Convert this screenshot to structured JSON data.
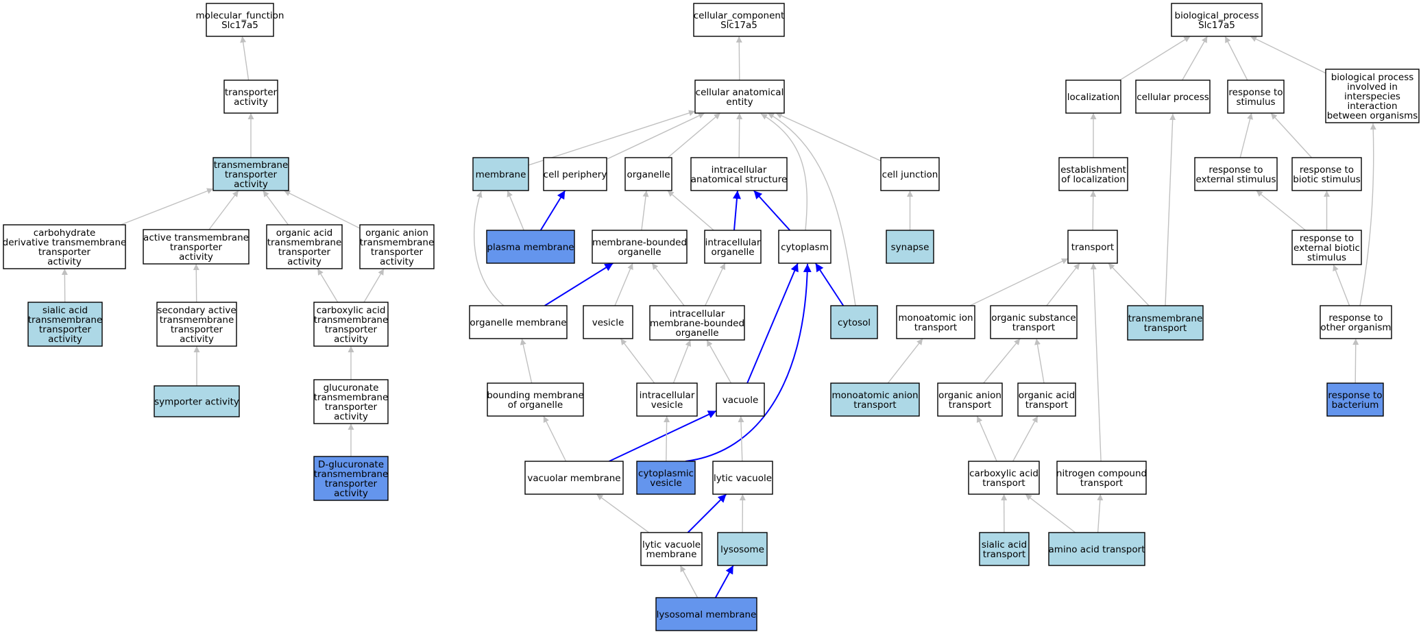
{
  "colors": {
    "plain": "#ffffff",
    "light": "#add8e6",
    "dark": "#6495ed",
    "gray_edge": "#c0c0c0",
    "blue_edge": "#0000ff"
  },
  "nodes": [
    {
      "id": "mf",
      "label": "molecular_function\nSlc17a5",
      "fill": "plain"
    },
    {
      "id": "ta",
      "label": "transporter\nactivity",
      "fill": "plain"
    },
    {
      "id": "tmta",
      "label": "transmembrane\ntransporter\nactivity",
      "fill": "light"
    },
    {
      "id": "cdtta",
      "label": "carbohydrate\nderivative transmembrane\ntransporter\nactivity",
      "fill": "plain"
    },
    {
      "id": "atta",
      "label": "active transmembrane\ntransporter\nactivity",
      "fill": "plain"
    },
    {
      "id": "oatta",
      "label": "organic acid\ntransmembrane\ntransporter\nactivity",
      "fill": "plain"
    },
    {
      "id": "oantta",
      "label": "organic anion\ntransmembrane\ntransporter\nactivity",
      "fill": "plain"
    },
    {
      "id": "satta",
      "label": "sialic acid\ntransmembrane\ntransporter\nactivity",
      "fill": "light"
    },
    {
      "id": "satra",
      "label": "secondary active\ntransmembrane\ntransporter\nactivity",
      "fill": "plain"
    },
    {
      "id": "catta",
      "label": "carboxylic acid\ntransmembrane\ntransporter\nactivity",
      "fill": "plain"
    },
    {
      "id": "sympa",
      "label": "symporter activity",
      "fill": "light"
    },
    {
      "id": "gtta",
      "label": "glucuronate\ntransmembrane\ntransporter\nactivity",
      "fill": "plain"
    },
    {
      "id": "dgtta",
      "label": "D-glucuronate\ntransmembrane\ntransporter\nactivity",
      "fill": "dark"
    },
    {
      "id": "cc",
      "label": "cellular_component\nSlc17a5",
      "fill": "plain"
    },
    {
      "id": "cae",
      "label": "cellular anatomical\nentity",
      "fill": "plain"
    },
    {
      "id": "memb",
      "label": "membrane",
      "fill": "light"
    },
    {
      "id": "cper",
      "label": "cell periphery",
      "fill": "plain"
    },
    {
      "id": "org",
      "label": "organelle",
      "fill": "plain"
    },
    {
      "id": "ias",
      "label": "intracellular\nanatomical structure",
      "fill": "plain"
    },
    {
      "id": "cj",
      "label": "cell junction",
      "fill": "plain"
    },
    {
      "id": "pm",
      "label": "plasma membrane",
      "fill": "dark"
    },
    {
      "id": "mbo",
      "label": "membrane-bounded\norganelle",
      "fill": "plain"
    },
    {
      "id": "io",
      "label": "intracellular\norganelle",
      "fill": "plain"
    },
    {
      "id": "cyto",
      "label": "cytoplasm",
      "fill": "plain"
    },
    {
      "id": "syn",
      "label": "synapse",
      "fill": "light"
    },
    {
      "id": "om",
      "label": "organelle membrane",
      "fill": "plain"
    },
    {
      "id": "ves",
      "label": "vesicle",
      "fill": "plain"
    },
    {
      "id": "imbo",
      "label": "intracellular\nmembrane-bounded\norganelle",
      "fill": "plain"
    },
    {
      "id": "cytosol",
      "label": "cytosol",
      "fill": "light"
    },
    {
      "id": "bmo",
      "label": "bounding membrane\nof organelle",
      "fill": "plain"
    },
    {
      "id": "iv",
      "label": "intracellular\nvesicle",
      "fill": "plain"
    },
    {
      "id": "vac",
      "label": "vacuole",
      "fill": "plain"
    },
    {
      "id": "vm",
      "label": "vacuolar membrane",
      "fill": "plain"
    },
    {
      "id": "cv",
      "label": "cytoplasmic\nvesicle",
      "fill": "dark"
    },
    {
      "id": "lv",
      "label": "lytic vacuole",
      "fill": "plain"
    },
    {
      "id": "lvm",
      "label": "lytic vacuole\nmembrane",
      "fill": "plain"
    },
    {
      "id": "lys",
      "label": "lysosome",
      "fill": "light"
    },
    {
      "id": "lm",
      "label": "lysosomal membrane",
      "fill": "dark"
    },
    {
      "id": "bp",
      "label": "biological_process\nSlc17a5",
      "fill": "plain"
    },
    {
      "id": "loc",
      "label": "localization",
      "fill": "plain"
    },
    {
      "id": "cp",
      "label": "cellular process",
      "fill": "plain"
    },
    {
      "id": "rts",
      "label": "response to\nstimulus",
      "fill": "plain"
    },
    {
      "id": "bpii",
      "label": "biological process\ninvolved in\ninterspecies\ninteraction\nbetween organisms",
      "fill": "plain"
    },
    {
      "id": "eol",
      "label": "establishment\nof localization",
      "fill": "plain"
    },
    {
      "id": "rtes",
      "label": "response to\nexternal stimulus",
      "fill": "plain"
    },
    {
      "id": "rtbs",
      "label": "response to\nbiotic stimulus",
      "fill": "plain"
    },
    {
      "id": "tr",
      "label": "transport",
      "fill": "plain"
    },
    {
      "id": "rtebs",
      "label": "response to\nexternal biotic\nstimulus",
      "fill": "plain"
    },
    {
      "id": "mit",
      "label": "monoatomic ion\ntransport",
      "fill": "plain"
    },
    {
      "id": "ost",
      "label": "organic substance\ntransport",
      "fill": "plain"
    },
    {
      "id": "tmt",
      "label": "transmembrane\ntransport",
      "fill": "light"
    },
    {
      "id": "rtoo",
      "label": "response to\nother organism",
      "fill": "plain"
    },
    {
      "id": "mat",
      "label": "monoatomic anion\ntransport",
      "fill": "light"
    },
    {
      "id": "oant",
      "label": "organic anion\ntransport",
      "fill": "plain"
    },
    {
      "id": "oact",
      "label": "organic acid\ntransport",
      "fill": "plain"
    },
    {
      "id": "rtb",
      "label": "response to\nbacterium",
      "fill": "dark"
    },
    {
      "id": "cat",
      "label": "carboxylic acid\ntransport",
      "fill": "plain"
    },
    {
      "id": "nct",
      "label": "nitrogen compound\ntransport",
      "fill": "plain"
    },
    {
      "id": "sat",
      "label": "sialic acid\ntransport",
      "fill": "light"
    },
    {
      "id": "aat",
      "label": "amino acid transport",
      "fill": "light"
    }
  ],
  "edges": [
    {
      "from": "ta",
      "to": "mf",
      "color": "gray"
    },
    {
      "from": "tmta",
      "to": "ta",
      "color": "gray"
    },
    {
      "from": "cdtta",
      "to": "tmta",
      "color": "gray"
    },
    {
      "from": "atta",
      "to": "tmta",
      "color": "gray"
    },
    {
      "from": "oatta",
      "to": "tmta",
      "color": "gray"
    },
    {
      "from": "oantta",
      "to": "tmta",
      "color": "gray"
    },
    {
      "from": "satta",
      "to": "cdtta",
      "color": "gray"
    },
    {
      "from": "satra",
      "to": "atta",
      "color": "gray"
    },
    {
      "from": "catta",
      "to": "oatta",
      "color": "gray"
    },
    {
      "from": "catta",
      "to": "oantta",
      "color": "gray"
    },
    {
      "from": "sympa",
      "to": "satra",
      "color": "gray"
    },
    {
      "from": "gtta",
      "to": "catta",
      "color": "gray"
    },
    {
      "from": "dgtta",
      "to": "gtta",
      "color": "gray"
    },
    {
      "from": "cae",
      "to": "cc",
      "color": "gray"
    },
    {
      "from": "memb",
      "to": "cae",
      "color": "gray"
    },
    {
      "from": "cper",
      "to": "cae",
      "color": "gray"
    },
    {
      "from": "org",
      "to": "cae",
      "color": "gray"
    },
    {
      "from": "ias",
      "to": "cae",
      "color": "gray"
    },
    {
      "from": "cj",
      "to": "cae",
      "color": "gray"
    },
    {
      "from": "cyto",
      "to": "cae",
      "color": "gray"
    },
    {
      "from": "cytosol",
      "to": "cae",
      "color": "gray"
    },
    {
      "from": "pm",
      "to": "memb",
      "color": "gray"
    },
    {
      "from": "pm",
      "to": "cper",
      "color": "blue"
    },
    {
      "from": "mbo",
      "to": "org",
      "color": "gray"
    },
    {
      "from": "io",
      "to": "org",
      "color": "gray"
    },
    {
      "from": "io",
      "to": "ias",
      "color": "blue"
    },
    {
      "from": "cyto",
      "to": "ias",
      "color": "blue"
    },
    {
      "from": "syn",
      "to": "cj",
      "color": "gray"
    },
    {
      "from": "om",
      "to": "memb",
      "color": "gray"
    },
    {
      "from": "om",
      "to": "mbo",
      "color": "blue"
    },
    {
      "from": "ves",
      "to": "mbo",
      "color": "gray"
    },
    {
      "from": "imbo",
      "to": "mbo",
      "color": "gray"
    },
    {
      "from": "imbo",
      "to": "io",
      "color": "gray"
    },
    {
      "from": "cytosol",
      "to": "cyto",
      "color": "blue"
    },
    {
      "from": "bmo",
      "to": "om",
      "color": "gray"
    },
    {
      "from": "iv",
      "to": "ves",
      "color": "gray"
    },
    {
      "from": "iv",
      "to": "imbo",
      "color": "gray"
    },
    {
      "from": "vac",
      "to": "imbo",
      "color": "gray"
    },
    {
      "from": "vac",
      "to": "cyto",
      "color": "blue"
    },
    {
      "from": "vm",
      "to": "bmo",
      "color": "gray"
    },
    {
      "from": "vm",
      "to": "vac",
      "color": "blue"
    },
    {
      "from": "cv",
      "to": "iv",
      "color": "gray"
    },
    {
      "from": "cv",
      "to": "cyto",
      "color": "blue"
    },
    {
      "from": "lv",
      "to": "vac",
      "color": "gray"
    },
    {
      "from": "lvm",
      "to": "vm",
      "color": "gray"
    },
    {
      "from": "lvm",
      "to": "lv",
      "color": "blue"
    },
    {
      "from": "lys",
      "to": "lv",
      "color": "gray"
    },
    {
      "from": "lm",
      "to": "lvm",
      "color": "gray"
    },
    {
      "from": "lm",
      "to": "lys",
      "color": "blue"
    },
    {
      "from": "loc",
      "to": "bp",
      "color": "gray"
    },
    {
      "from": "cp",
      "to": "bp",
      "color": "gray"
    },
    {
      "from": "rts",
      "to": "bp",
      "color": "gray"
    },
    {
      "from": "bpii",
      "to": "bp",
      "color": "gray"
    },
    {
      "from": "eol",
      "to": "loc",
      "color": "gray"
    },
    {
      "from": "rtes",
      "to": "rts",
      "color": "gray"
    },
    {
      "from": "rtbs",
      "to": "rts",
      "color": "gray"
    },
    {
      "from": "tr",
      "to": "eol",
      "color": "gray"
    },
    {
      "from": "rtebs",
      "to": "rtes",
      "color": "gray"
    },
    {
      "from": "rtebs",
      "to": "rtbs",
      "color": "gray"
    },
    {
      "from": "mit",
      "to": "tr",
      "color": "gray"
    },
    {
      "from": "ost",
      "to": "tr",
      "color": "gray"
    },
    {
      "from": "tmt",
      "to": "tr",
      "color": "gray"
    },
    {
      "from": "tmt",
      "to": "cp",
      "color": "gray"
    },
    {
      "from": "nct",
      "to": "tr",
      "color": "gray"
    },
    {
      "from": "rtoo",
      "to": "rtebs",
      "color": "gray"
    },
    {
      "from": "rtoo",
      "to": "bpii",
      "color": "gray"
    },
    {
      "from": "mat",
      "to": "mit",
      "color": "gray"
    },
    {
      "from": "oant",
      "to": "ost",
      "color": "gray"
    },
    {
      "from": "oact",
      "to": "ost",
      "color": "gray"
    },
    {
      "from": "rtb",
      "to": "rtoo",
      "color": "gray"
    },
    {
      "from": "cat",
      "to": "oant",
      "color": "gray"
    },
    {
      "from": "cat",
      "to": "oact",
      "color": "gray"
    },
    {
      "from": "sat",
      "to": "cat",
      "color": "gray"
    },
    {
      "from": "aat",
      "to": "cat",
      "color": "gray"
    },
    {
      "from": "aat",
      "to": "nct",
      "color": "gray"
    }
  ]
}
